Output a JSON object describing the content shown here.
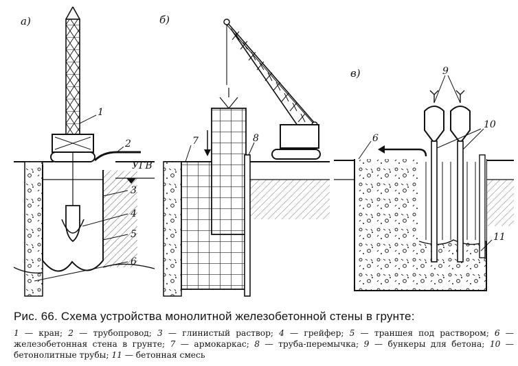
{
  "figure": {
    "panel_labels": [
      "а)",
      "б)",
      "в)"
    ],
    "ugv_label": "УГВ",
    "callouts": [
      "1",
      "2",
      "3",
      "4",
      "5",
      "6",
      "7",
      "8",
      "9",
      "10",
      "11",
      "6"
    ],
    "caption": "Рис. 66. Схема устройства монолитной железобетонной стены в грунте:",
    "legend": [
      {
        "n": "1",
        "text": " — кран; "
      },
      {
        "n": "2",
        "text": " — трубопровод; "
      },
      {
        "n": "3",
        "text": " — глинистый раствор; "
      },
      {
        "n": "4",
        "text": " — грейфер; "
      },
      {
        "n": "5",
        "text": " — траншея под раствором; "
      },
      {
        "n": "6",
        "text": " — железобетонная стена в грунте; "
      },
      {
        "n": "7",
        "text": " — армокаркас; "
      },
      {
        "n": "8",
        "text": " — труба-перемычка; "
      },
      {
        "n": "9",
        "text": " — бункеры для бетона; "
      },
      {
        "n": "10",
        "text": " — бетонолитные трубы; "
      },
      {
        "n": "11",
        "text": " — бетонная смесь"
      }
    ]
  }
}
